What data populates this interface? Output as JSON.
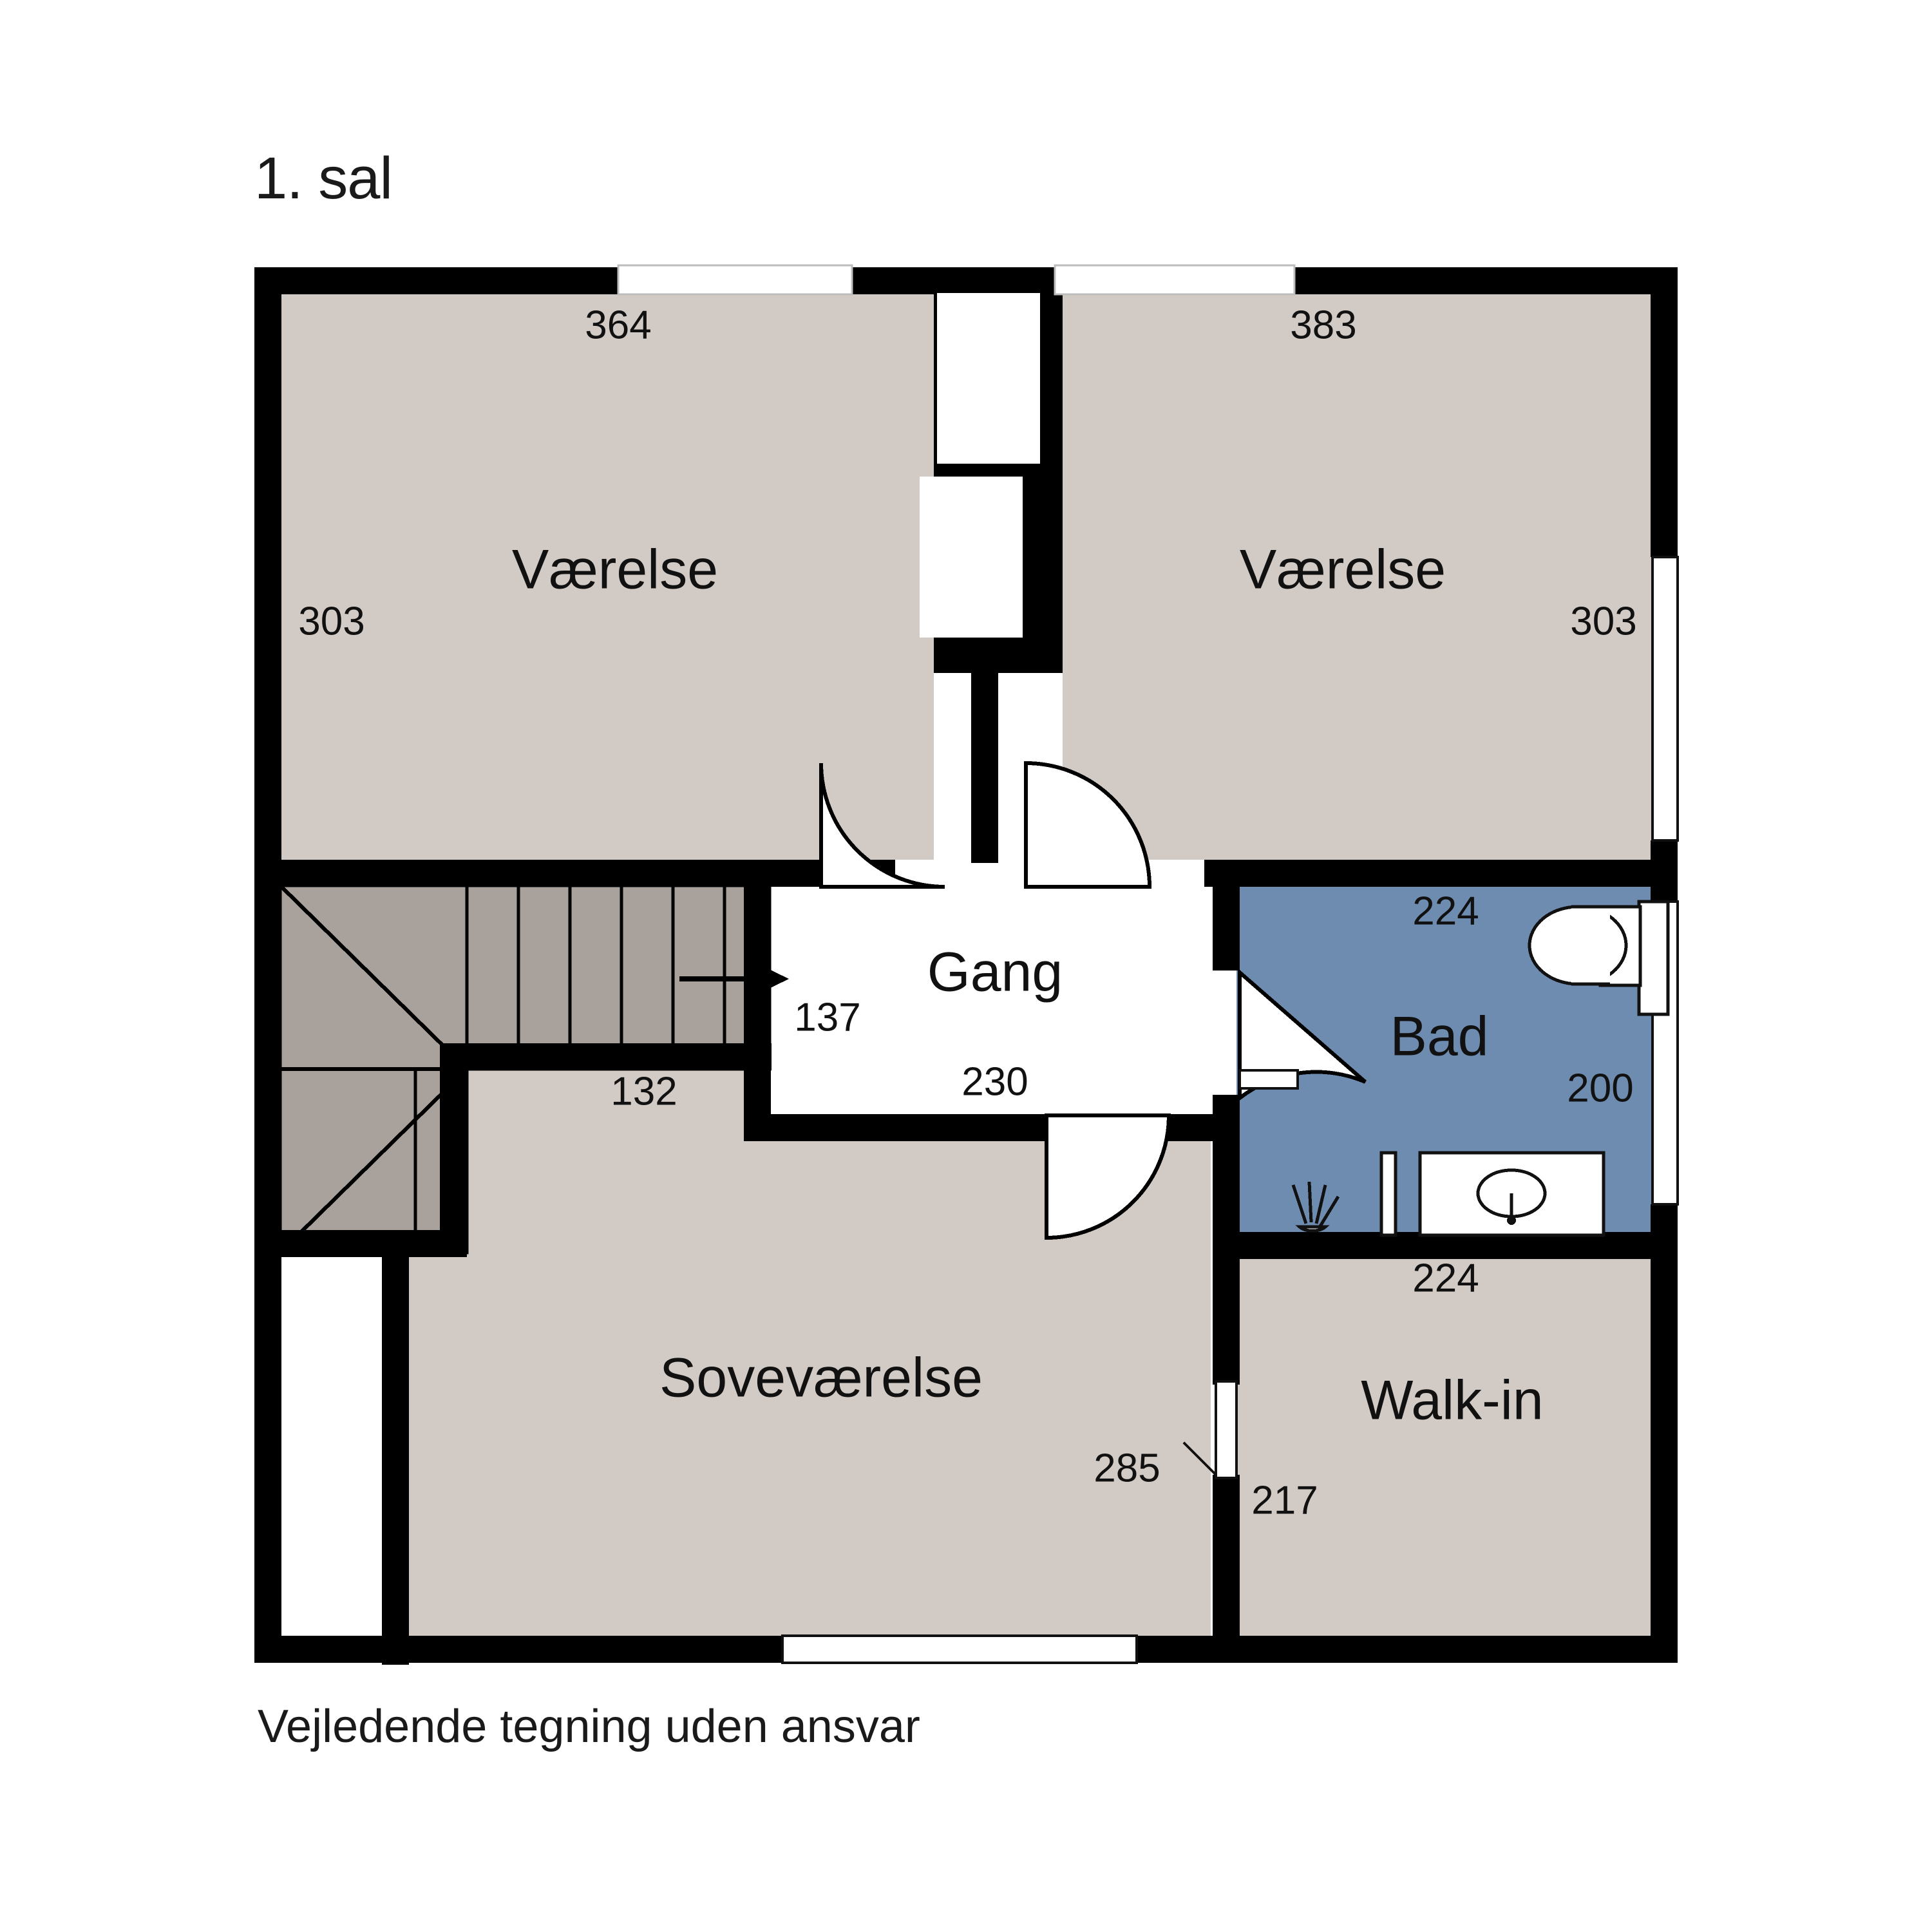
{
  "title": "1. sal",
  "disclaimer": "Vejledende tegning uden ansvar",
  "colors": {
    "wall": "#000000",
    "room_fill": "#d2cac4",
    "bath_fill": "#6e8cb0",
    "stair_fill": "#a9a29c",
    "void_fill": "#ffffff",
    "text": "#111111",
    "page_bg": "#ffffff"
  },
  "rooms": [
    {
      "id": "vaerelse-left",
      "name": "Vaerelse_left",
      "label": "Værelse",
      "fill": "room",
      "dims": [
        "364",
        "303"
      ]
    },
    {
      "id": "vaerelse-right",
      "name": "Vaerelse_right",
      "label": "Værelse",
      "fill": "room",
      "dims": [
        "383",
        "303"
      ]
    },
    {
      "id": "gang",
      "name": "Gang",
      "label": "Gang",
      "fill": "void",
      "dims": [
        "137",
        "230"
      ]
    },
    {
      "id": "bad",
      "name": "Bad",
      "label": "Bad",
      "fill": "bath",
      "dims": [
        "224",
        "200"
      ]
    },
    {
      "id": "walk-in",
      "name": "Walk-in",
      "label": "Walk-in",
      "fill": "room",
      "dims": [
        "224",
        "217"
      ]
    },
    {
      "id": "sovevaerelse",
      "name": "Sovevaerelse",
      "label": "Soveværelse",
      "fill": "room",
      "dims": [
        "285",
        "132"
      ]
    }
  ],
  "labels": {
    "vaerelse_left": "Værelse",
    "vaerelse_right": "Værelse",
    "gang": "Gang",
    "bad": "Bad",
    "walkin": "Walk-in",
    "sovevaerelse": "Soveværelse"
  },
  "dimensions": {
    "d364": "364",
    "d383": "383",
    "d303_left": "303",
    "d303_right": "303",
    "d137": "137",
    "d230": "230",
    "d132": "132",
    "d224_bad": "224",
    "d200": "200",
    "d224_walkin": "224",
    "d285": "285",
    "d217": "217"
  },
  "fixtures": [
    {
      "name": "toilet",
      "room": "Bad"
    },
    {
      "name": "sink-vanity",
      "room": "Bad"
    },
    {
      "name": "shower-head",
      "room": "Bad"
    },
    {
      "name": "radiator",
      "room": "Bad"
    }
  ],
  "features": {
    "stairs": {
      "name": "winder-staircase",
      "direction_arrow": "up-right"
    },
    "chimney": {
      "name": "chimney-shaft"
    },
    "doors": [
      "vaerelse-left-door",
      "vaerelse-right-door",
      "sovevaerelse-door",
      "bad-door",
      "walkin-sliding-door"
    ],
    "windows": [
      "top-left-window",
      "top-right-window",
      "right-window",
      "bottom-window"
    ],
    "void": "stair-void-opening"
  }
}
